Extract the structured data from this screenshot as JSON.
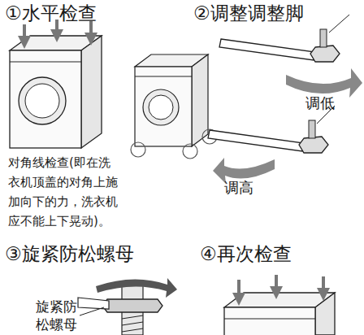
{
  "diagram": {
    "labels": [
      "①水平检查",
      "②调整调整脚",
      "调低",
      "调高",
      "对角线检查(即在洗衣机顶盖的对角上施加向下的力，洗衣机应不能上下晃动)。",
      "③旋紧防松螺母",
      "旋紧防松螺母",
      "④再次检查"
    ]
  }
}
